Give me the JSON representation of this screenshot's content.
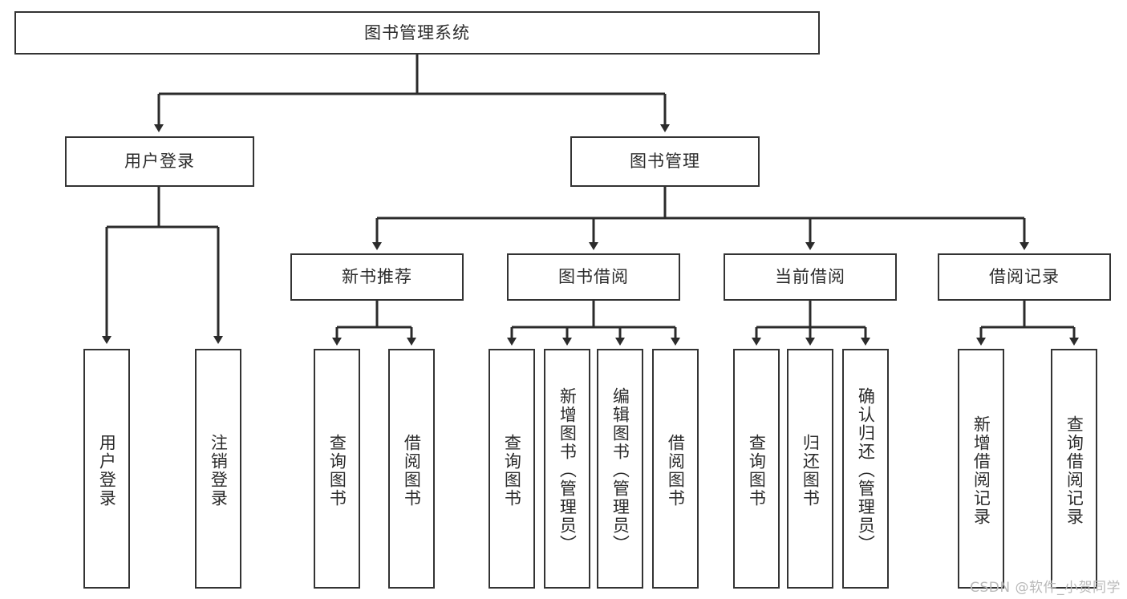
{
  "diagram": {
    "title": "图书管理系统",
    "type": "hierarchy-tree",
    "levels": 4,
    "root": {
      "id": "root",
      "label": "图书管理系统",
      "orientation": "horizontal"
    },
    "level2": [
      {
        "id": "user-login",
        "label": "用户登录",
        "orientation": "horizontal"
      },
      {
        "id": "book-management",
        "label": "图书管理",
        "orientation": "horizontal"
      }
    ],
    "level3": [
      {
        "id": "new-book-recommend",
        "label": "新书推荐",
        "orientation": "horizontal",
        "parent": "book-management"
      },
      {
        "id": "book-borrow",
        "label": "图书借阅",
        "orientation": "horizontal",
        "parent": "book-management"
      },
      {
        "id": "current-borrow",
        "label": "当前借阅",
        "orientation": "horizontal",
        "parent": "book-management"
      },
      {
        "id": "borrow-record",
        "label": "借阅记录",
        "orientation": "horizontal",
        "parent": "book-management"
      }
    ],
    "leaves": [
      {
        "id": "leaf-user-login",
        "label": "用户登录",
        "orientation": "vertical",
        "parent": "user-login"
      },
      {
        "id": "leaf-user-logout",
        "label": "注销登录",
        "orientation": "vertical",
        "parent": "user-login"
      },
      {
        "id": "leaf-query-book-1",
        "label": "查询图书",
        "orientation": "vertical",
        "parent": "new-book-recommend"
      },
      {
        "id": "leaf-borrow-book-1",
        "label": "借阅图书",
        "orientation": "vertical",
        "parent": "new-book-recommend"
      },
      {
        "id": "leaf-query-book-2",
        "label": "查询图书",
        "orientation": "vertical",
        "parent": "book-borrow"
      },
      {
        "id": "leaf-add-book",
        "label": "新增图书（管理员）",
        "orientation": "vertical",
        "parent": "book-borrow"
      },
      {
        "id": "leaf-edit-book",
        "label": "编辑图书（管理员）",
        "orientation": "vertical",
        "parent": "book-borrow"
      },
      {
        "id": "leaf-borrow-book-2",
        "label": "借阅图书",
        "orientation": "vertical",
        "parent": "book-borrow"
      },
      {
        "id": "leaf-query-book-3",
        "label": "查询图书",
        "orientation": "vertical",
        "parent": "current-borrow"
      },
      {
        "id": "leaf-return-book",
        "label": "归还图书",
        "orientation": "vertical",
        "parent": "current-borrow"
      },
      {
        "id": "leaf-confirm-return",
        "label": "确认归还（管理员）",
        "orientation": "vertical",
        "parent": "current-borrow"
      },
      {
        "id": "leaf-add-record",
        "label": "新增借阅记录",
        "orientation": "vertical",
        "parent": "borrow-record"
      },
      {
        "id": "leaf-query-record",
        "label": "查询借阅记录",
        "orientation": "vertical",
        "parent": "borrow-record"
      }
    ]
  },
  "watermark": {
    "text": "CSDN @软件_小贺同学"
  },
  "colors": {
    "background": "#ffffff",
    "box_border": "#333333",
    "box_fill": "#ffffff",
    "connector": "#2b2b2b",
    "text": "#2b2b2b",
    "watermark": "#b9b9b9"
  }
}
